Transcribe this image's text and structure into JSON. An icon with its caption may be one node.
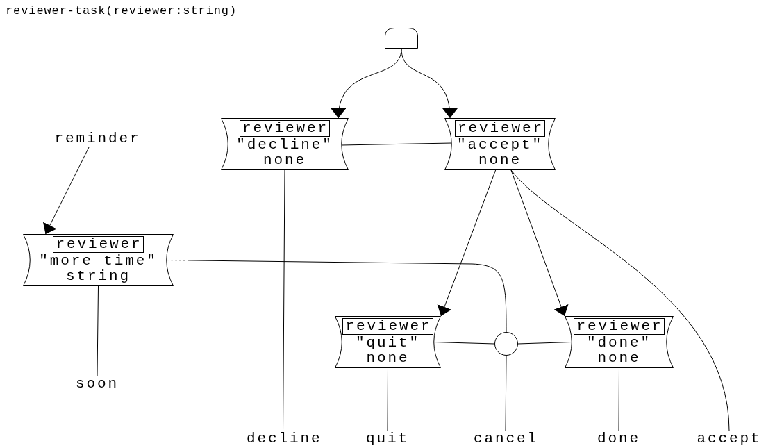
{
  "diagram": {
    "title": "reviewer-task(reviewer:string)",
    "nodes": [
      {
        "text": [],
        "shape": "box"
      },
      {
        "text": [
          "reviewer",
          "\"decline\"",
          "none"
        ]
      },
      {
        "text": [
          "reviewer",
          "\"accept\"",
          "none"
        ]
      },
      {
        "text": [
          "reminder"
        ]
      },
      {
        "text": [
          "reviewer",
          "\"more time\"",
          "string"
        ]
      },
      {
        "text": [
          "soon"
        ]
      },
      {
        "text": [
          "reviewer",
          "\"quit\"",
          "none"
        ]
      },
      {
        "text": [],
        "shape": "circle"
      },
      {
        "text": [
          "reviewer",
          "\"done\"",
          "none"
        ]
      },
      {
        "text": [
          "decline"
        ]
      },
      {
        "text": [
          "quit"
        ]
      },
      {
        "text": [
          "cancel"
        ]
      },
      {
        "text": [
          "done"
        ]
      },
      {
        "text": [
          "accept"
        ]
      }
    ],
    "edges": [
      {
        "from": 0,
        "to": 1,
        "arrow": "to"
      },
      {
        "from": 0,
        "to": 2,
        "arrow": "to"
      },
      {
        "from": 1,
        "to": 2,
        "arrow": "none"
      },
      {
        "from": 3,
        "to": 4,
        "arrow": "to"
      },
      {
        "from": 4,
        "to": 7,
        "arrow": "none",
        "style": "dashed"
      },
      {
        "from": 4,
        "to": 5,
        "arrow": "none"
      },
      {
        "from": 1,
        "to": 9,
        "arrow": "none"
      },
      {
        "from": 2,
        "to": 6,
        "arrow": "to"
      },
      {
        "from": 2,
        "to": 8,
        "arrow": "to"
      },
      {
        "from": 2,
        "to": 13,
        "arrow": "none"
      },
      {
        "from": 6,
        "to": 7,
        "arrow": "none"
      },
      {
        "from": 7,
        "to": 8,
        "arrow": "none"
      },
      {
        "from": 6,
        "to": 10,
        "arrow": "none"
      },
      {
        "from": 7,
        "to": 11,
        "arrow": "none"
      },
      {
        "from": 8,
        "to": 12,
        "arrow": "none"
      }
    ]
  }
}
